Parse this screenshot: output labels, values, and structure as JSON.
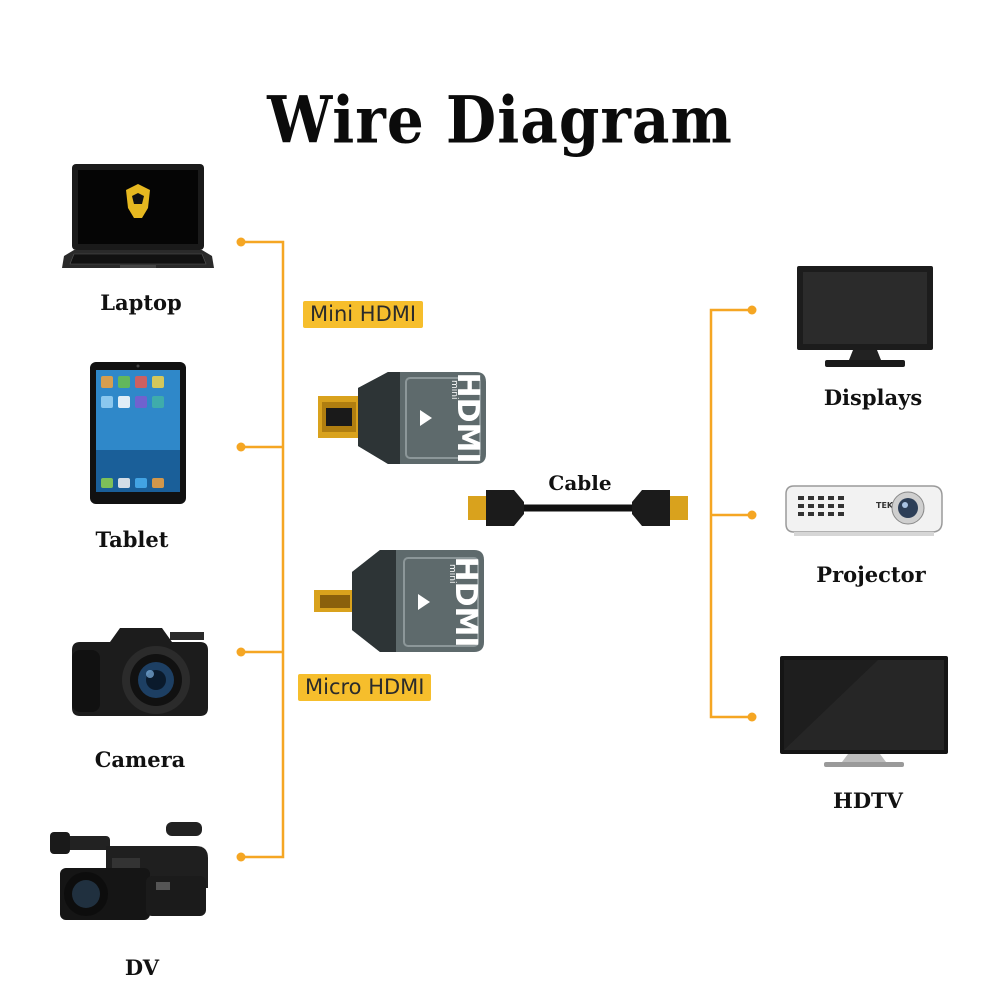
{
  "title": "Wire Diagram",
  "sources": [
    {
      "label": "Laptop",
      "icon": "laptop-icon"
    },
    {
      "label": "Tablet",
      "icon": "tablet-icon"
    },
    {
      "label": "Camera",
      "icon": "camera-icon"
    },
    {
      "label": "DV",
      "icon": "camcorder-icon"
    }
  ],
  "adapters": [
    {
      "label": "Mini HDMI",
      "brand": "HDMI",
      "sub": "mini"
    },
    {
      "label": "Micro HDMI",
      "brand": "HDMI",
      "sub": "mini"
    }
  ],
  "cable": {
    "label": "Cable"
  },
  "outputs": [
    {
      "label": "Displays",
      "icon": "monitor-icon"
    },
    {
      "label": "Projector",
      "icon": "projector-icon",
      "brand": "TEK"
    },
    {
      "label": "HDTV",
      "icon": "tv-icon"
    }
  ],
  "colors": {
    "connector_line": "#f5a623",
    "tag_background": "#f6be2c",
    "adapter_body": "#5e6a6c",
    "gold_plug": "#d9a21d"
  }
}
